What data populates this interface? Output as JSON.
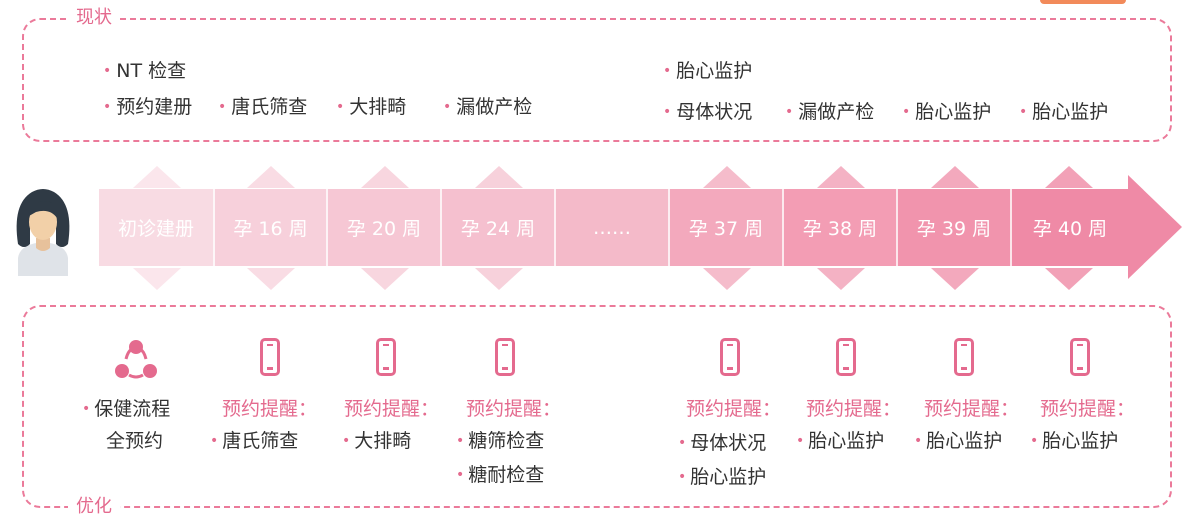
{
  "current": {
    "label": "现状",
    "left_items_row1": [
      "NT 检查"
    ],
    "left_items_row2": [
      "预约建册",
      "唐氏筛查",
      "大排畸",
      "漏做产检"
    ],
    "right_items_row1": [
      "胎心监护"
    ],
    "right_items_row2": [
      "母体状况",
      "漏做产检",
      "胎心监护",
      "胎心监护"
    ]
  },
  "timeline": {
    "stages": [
      "初诊建册",
      "孕 16 周",
      "孕 20 周",
      "孕 24 周",
      "……",
      "孕 37 周",
      "孕 38 周",
      "孕 39 周",
      "孕 40 周"
    ],
    "colors": [
      "#f8dbe3",
      "#f7d0db",
      "#f6c7d4",
      "#f5c0cf",
      "#f4bac9",
      "#f3a9bd",
      "#f39db4",
      "#f194ad",
      "#ef8aa6"
    ]
  },
  "optimized": {
    "label": "优化",
    "process_title": "保健流程",
    "process_subtitle": "全预约",
    "remind_label": "预约提醒：",
    "reminders": [
      [
        "唐氏筛查"
      ],
      [
        "大排畸"
      ],
      [
        "糖筛检查",
        "糖耐检查"
      ],
      [
        "母体状况",
        "胎心监护"
      ],
      [
        "胎心监护"
      ],
      [
        "胎心监护"
      ],
      [
        "胎心监护"
      ]
    ]
  },
  "colors": {
    "accent": "#e46a8e",
    "dashed": "#eb7a9a",
    "avatar_hair": "#2f3a45"
  }
}
